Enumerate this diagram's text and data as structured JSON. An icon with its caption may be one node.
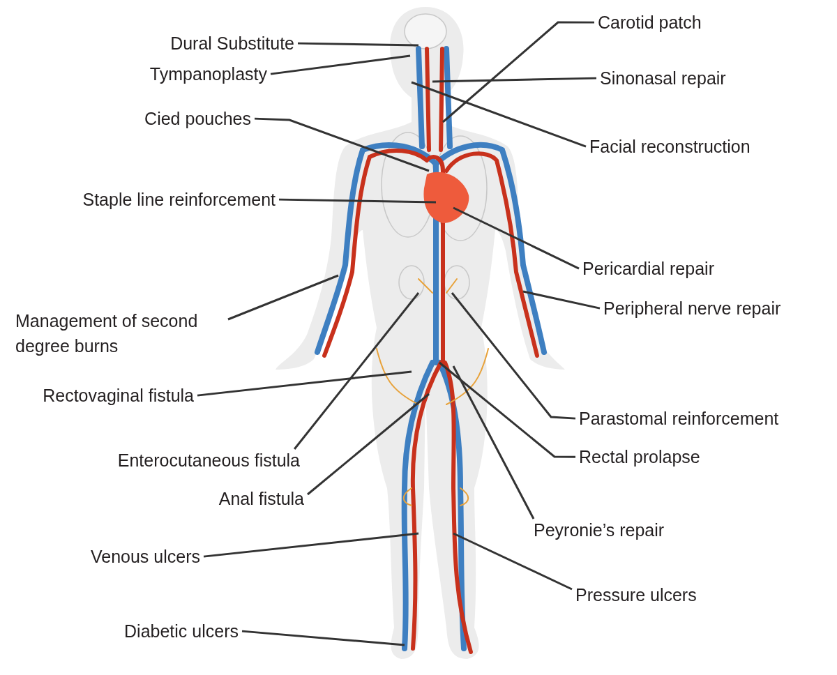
{
  "diagram": {
    "nodes": [
      {
        "text": [
          "Dural Substitute"
        ]
      },
      {
        "text": [
          "Tympanoplasty"
        ]
      },
      {
        "text": [
          "Carotid patch"
        ]
      },
      {
        "text": [
          "Sinonasal repair"
        ]
      },
      {
        "text": [
          "Cied pouches"
        ]
      },
      {
        "text": [
          "Facial reconstruction"
        ]
      },
      {
        "text": [
          "Staple line reinforcement"
        ]
      },
      {
        "text": [
          "Pericardial repair"
        ]
      },
      {
        "text": [
          "Management of second degree burns"
        ]
      },
      {
        "text": [
          "Peripheral nerve repair"
        ]
      },
      {
        "text": [
          "Rectovaginal fistula"
        ]
      },
      {
        "text": [
          "Parastomal reinforcement"
        ]
      },
      {
        "text": [
          "Enterocutaneous fistula"
        ]
      },
      {
        "text": [
          "Rectal prolapse"
        ]
      },
      {
        "text": [
          "Anal fistula"
        ]
      },
      {
        "text": [
          "Peyronie’s repair"
        ]
      },
      {
        "text": [
          "Venous ulcers"
        ]
      },
      {
        "text": [
          "Pressure ulcers"
        ]
      },
      {
        "text": [
          "Diabetic ulcers"
        ]
      }
    ],
    "edges": [
      {
        "from": 0,
        "to": null,
        "arrow": "none"
      },
      {
        "from": 1,
        "to": null,
        "arrow": "none"
      },
      {
        "from": 2,
        "to": null,
        "arrow": "none"
      },
      {
        "from": 3,
        "to": null,
        "arrow": "none"
      },
      {
        "from": 4,
        "to": null,
        "arrow": "none"
      },
      {
        "from": 5,
        "to": null,
        "arrow": "none"
      },
      {
        "from": 6,
        "to": null,
        "arrow": "none"
      },
      {
        "from": 7,
        "to": null,
        "arrow": "none"
      },
      {
        "from": 8,
        "to": null,
        "arrow": "none"
      },
      {
        "from": 9,
        "to": null,
        "arrow": "none"
      },
      {
        "from": 10,
        "to": null,
        "arrow": "none"
      },
      {
        "from": 11,
        "to": null,
        "arrow": "none"
      },
      {
        "from": 12,
        "to": null,
        "arrow": "none"
      },
      {
        "from": 13,
        "to": null,
        "arrow": "none"
      },
      {
        "from": 14,
        "to": null,
        "arrow": "none"
      },
      {
        "from": 15,
        "to": null,
        "arrow": "none"
      },
      {
        "from": 16,
        "to": null,
        "arrow": "none"
      },
      {
        "from": 17,
        "to": null,
        "arrow": "none"
      },
      {
        "from": 18,
        "to": null,
        "arrow": "none"
      }
    ]
  }
}
